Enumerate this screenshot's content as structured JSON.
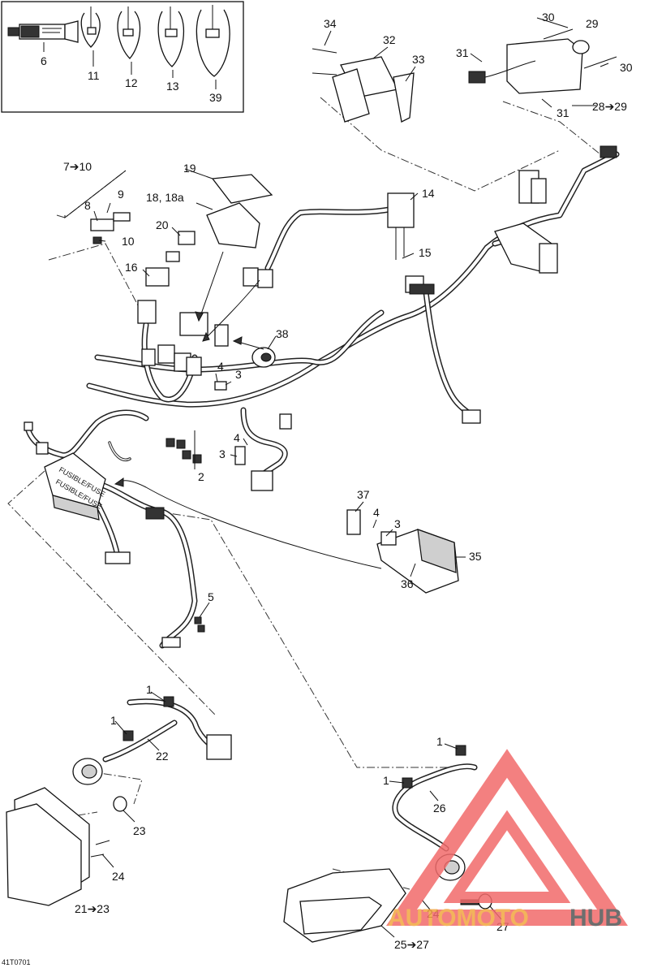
{
  "figure_code": "41T0701",
  "callouts": {
    "c6": "6",
    "c11": "11",
    "c12": "12",
    "c13": "13",
    "c39": "39",
    "c34": "34",
    "c32": "32",
    "c33": "33",
    "c30a": "30",
    "c29": "29",
    "c31a": "31",
    "c30b": "30",
    "c31b": "31",
    "c28_29": "28➔29",
    "c7_10": "7➔10",
    "c9": "9",
    "c8": "8",
    "c10": "10",
    "c19": "19",
    "c18": "18, 18a",
    "c20": "20",
    "c16": "16",
    "c14": "14",
    "c15": "15",
    "c38": "38",
    "c4a": "4",
    "c3a": "3",
    "c4b": "4",
    "c3b": "3",
    "c2": "2",
    "c37": "37",
    "c4c": "4",
    "c3c": "3",
    "c35": "35",
    "c36": "36",
    "c5": "5",
    "c1a": "1",
    "c1b": "1",
    "c22": "22",
    "c23": "23",
    "c24a": "24",
    "c21_23": "21➔23",
    "c1c": "1",
    "c1d": "1",
    "c26": "26",
    "c24b": "24",
    "c27": "27",
    "c25_27": "25➔27"
  },
  "fuse_box_text": "FUSIBLE/FUSE",
  "watermark": {
    "brand_part1": "AUTOMOTO",
    "brand_part2": "HUB",
    "triangle_color": "#f26b6b",
    "accent_color": "#f2a640",
    "text_grey": "#555555"
  }
}
